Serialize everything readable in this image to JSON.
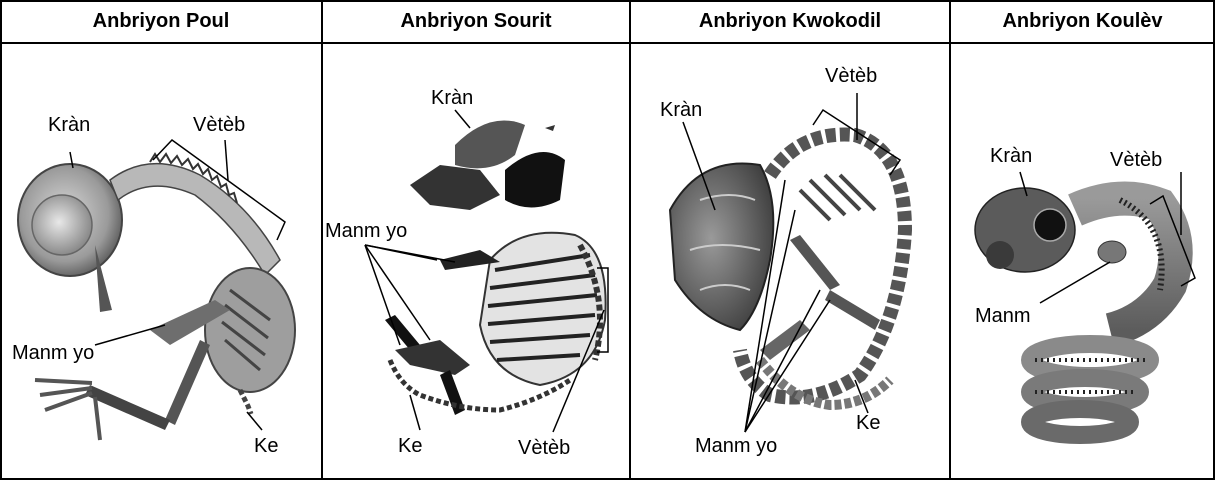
{
  "colors": {
    "border": "#000000",
    "bone_dark": "#3a3a3a",
    "bone_mid": "#7a7a7a",
    "bone_light": "#bdbdbd",
    "background": "#ffffff"
  },
  "panels": [
    {
      "title": "Anbriyon Poul",
      "labels": {
        "skull": "Kràn",
        "vertebrae": "Vètèb",
        "forelimbs": "Manm yo",
        "tail": "Ke"
      }
    },
    {
      "title": "Anbriyon Sourit",
      "labels": {
        "skull": "Kràn",
        "forelimbs": "Manm yo",
        "tail": "Ke",
        "vertebrae": "Vètèb"
      }
    },
    {
      "title": "Anbriyon Kwokodil",
      "labels": {
        "skull": "Kràn",
        "vertebrae": "Vètèb",
        "tail": "Ke",
        "limbs": "Manm yo"
      }
    },
    {
      "title": "Anbriyon Koulèv",
      "labels": {
        "skull": "Kràn",
        "vertebrae": "Vètèb",
        "limb": "Manm"
      }
    }
  ]
}
